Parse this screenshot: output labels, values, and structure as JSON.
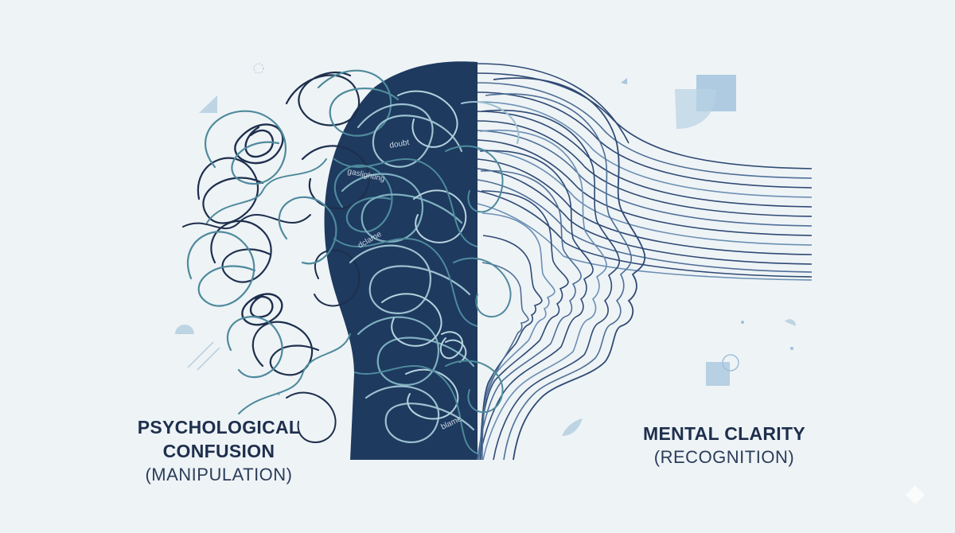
{
  "left_label": {
    "line1": "PSYCHOLOGICAL",
    "line2": "CONFUSION",
    "line3": "(MANIPULATION)"
  },
  "right_label": {
    "line1": "MENTAL CLARITY",
    "line2": "(RECOGNITION)"
  },
  "tangle_words": [
    "doubt",
    "gaslighting",
    "dclame",
    "blame"
  ],
  "colors": {
    "background": "#eef3f6",
    "head_fill": "#1e3a5f",
    "dark_line": "#1e2f4d",
    "teal_line": "#4e8a9c",
    "light_line": "#9cc1cf",
    "accent": "#8fb6d3"
  }
}
